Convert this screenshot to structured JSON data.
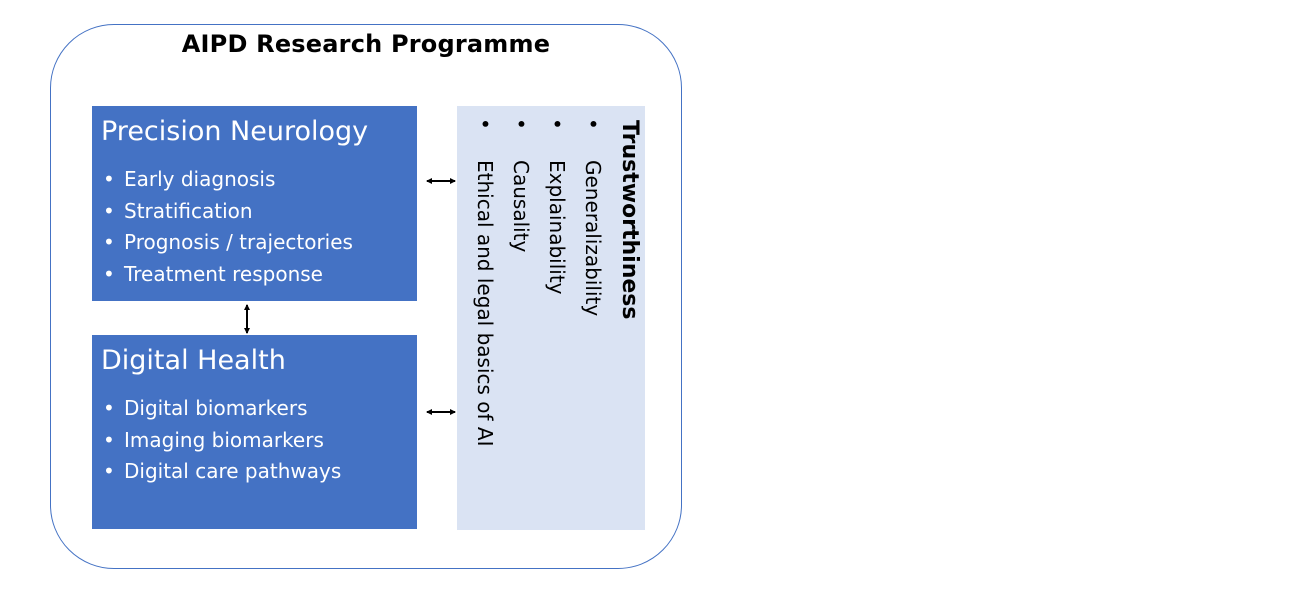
{
  "programme": {
    "title": "AIPD Research Programme"
  },
  "precision_neurology": {
    "title": "Precision Neurology",
    "items": [
      "Early diagnosis",
      "Stratification",
      "Prognosis / trajectories",
      "Treatment response"
    ]
  },
  "digital_health": {
    "title": "Digital Health",
    "items": [
      "Digital biomarkers",
      "Imaging biomarkers",
      "Digital care pathways"
    ]
  },
  "trustworthiness": {
    "title": "Trustworthiness",
    "items": [
      "Generalizability",
      "Explainability",
      "Causality",
      "Ethical and legal basics of AI"
    ]
  },
  "colors": {
    "box_fill": "#4472c4",
    "trust_fill": "#dae3f3",
    "outline": "#4472c4"
  }
}
